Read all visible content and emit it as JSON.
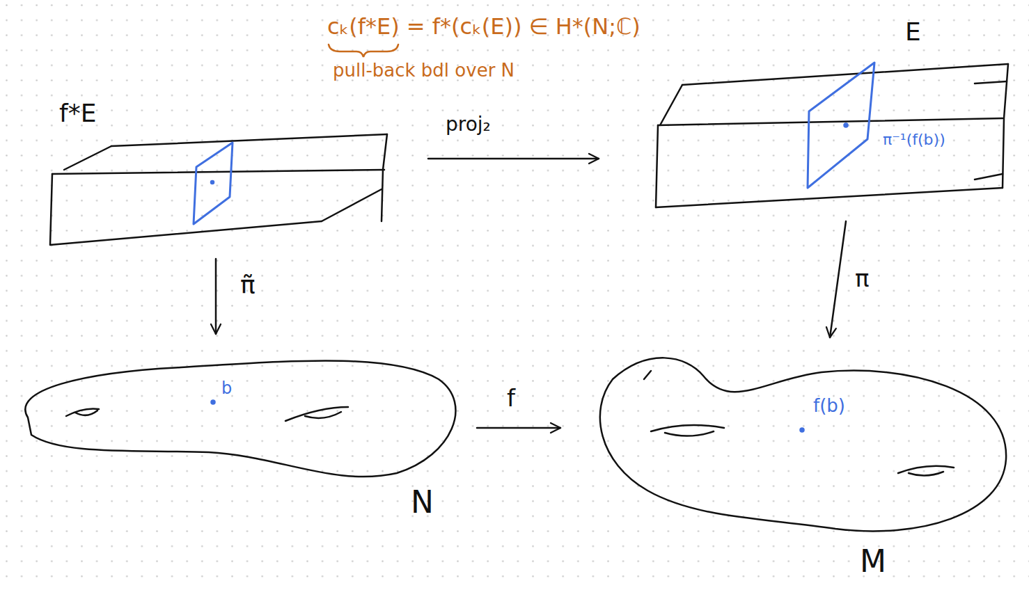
{
  "diagram": {
    "nodes": [
      {
        "text": [
          "f*E"
        ]
      },
      {
        "text": [
          "E",
          "π⁻¹(f(b))"
        ]
      },
      {
        "text": [
          "N",
          "b"
        ]
      },
      {
        "text": [
          "M",
          "f(b)"
        ]
      }
    ],
    "edges": [
      {
        "from": 0,
        "to": 1,
        "label": "proj₂",
        "arrow": "to"
      },
      {
        "from": 0,
        "to": 2,
        "label": "π̃",
        "arrow": "to"
      },
      {
        "from": 1,
        "to": 3,
        "label": "π",
        "arrow": "to"
      },
      {
        "from": 2,
        "to": 3,
        "label": "f",
        "arrow": "to"
      }
    ],
    "labels": [
      "cₖ(f*E) = f*(cₖ(E)) ∈ H*(N;ℂ)",
      "pull-back bdl over N"
    ]
  }
}
